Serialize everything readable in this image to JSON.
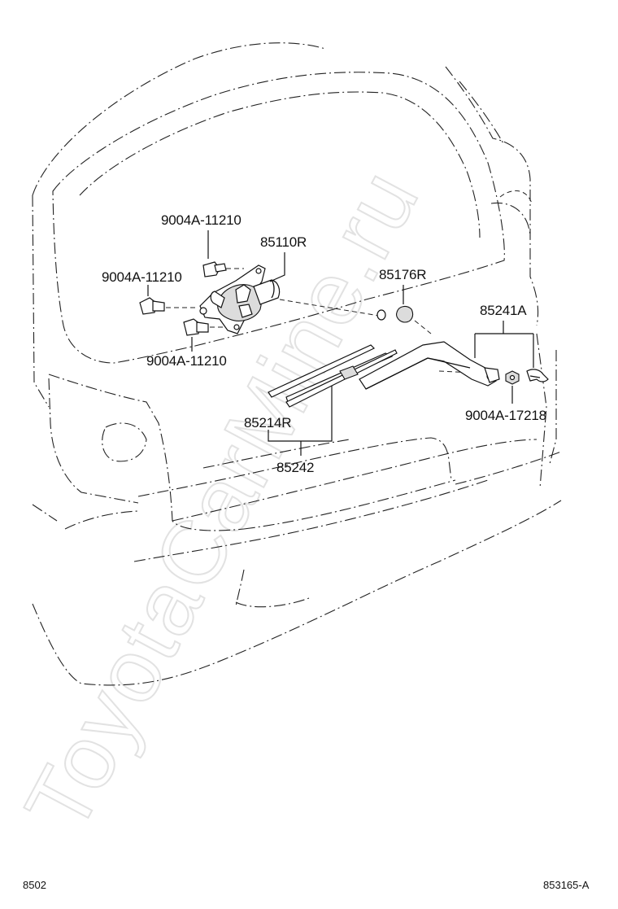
{
  "labels": {
    "bolt_top": "9004A-11210",
    "motor": "85110R",
    "bolt_left": "9004A-11210",
    "bolt_bottom": "9004A-11210",
    "cap": "85176R",
    "arm_assy": "85241A",
    "nut": "9004A-17218",
    "blade": "85214R",
    "blade_arm_set": "85242"
  },
  "corners": {
    "left": "8502",
    "right": "853165-A"
  },
  "watermark": "ToyotaCarMine.ru"
}
